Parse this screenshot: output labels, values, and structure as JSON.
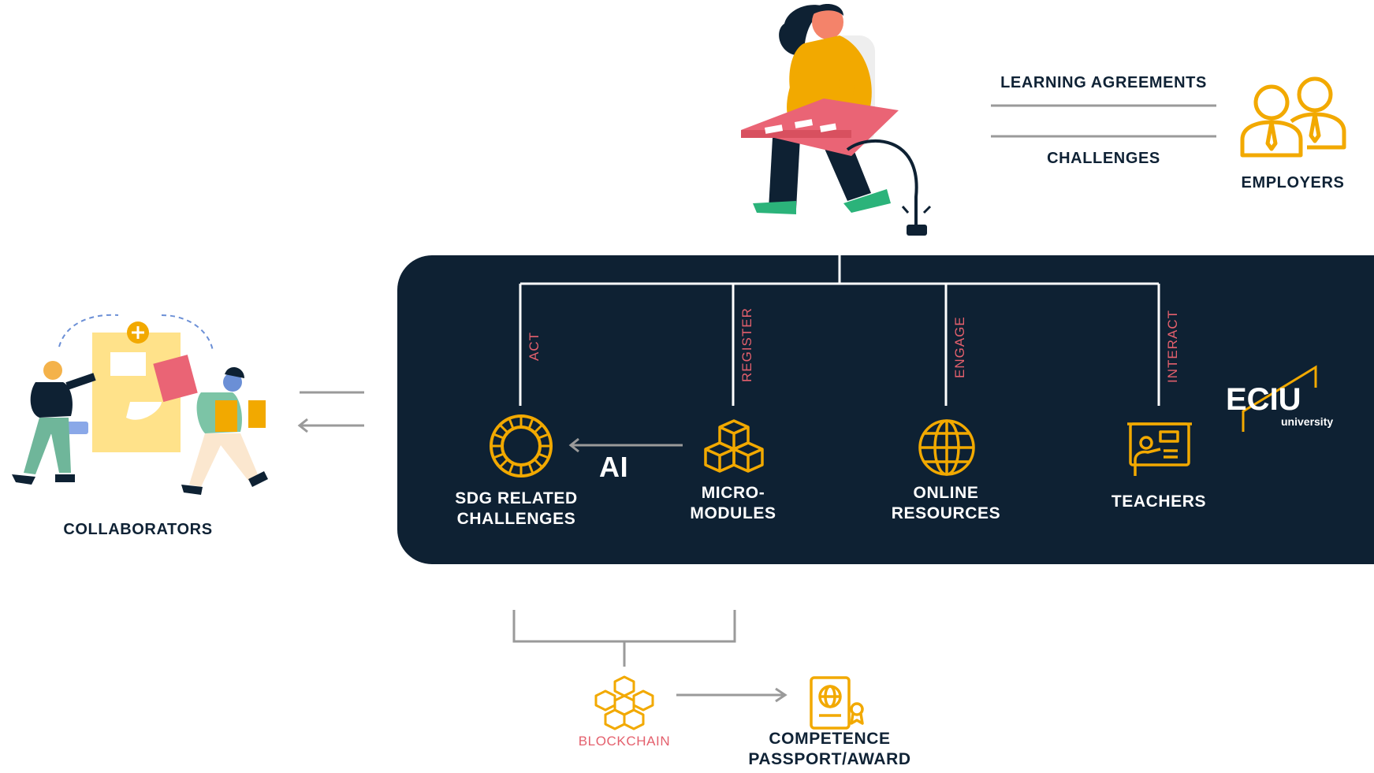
{
  "top": {
    "learning_agreements": "LEARNING AGREEMENTS",
    "challenges": "CHALLENGES",
    "employers": "EMPLOYERS"
  },
  "branches": [
    {
      "verb": "ACT",
      "label_line1": "SDG RELATED",
      "label_line2": "CHALLENGES",
      "icon": "sdg-wheel-icon"
    },
    {
      "verb": "REGISTER",
      "label_line1": "MICRO-",
      "label_line2": "MODULES",
      "icon": "cubes-icon"
    },
    {
      "verb": "ENGAGE",
      "label_line1": "ONLINE",
      "label_line2": "RESOURCES",
      "icon": "globe-icon"
    },
    {
      "verb": "INTERACT",
      "label_line1": "TEACHERS",
      "label_line2": "",
      "icon": "teacher-board-icon"
    }
  ],
  "ai_label": "AI",
  "logo": {
    "word": "ECIU",
    "sub": "university"
  },
  "collaborators": "COLLABORATORS",
  "bottom": {
    "blockchain": "BLOCKCHAIN",
    "passport_line1": "COMPETENCE",
    "passport_line2": "PASSPORT/AWARD"
  },
  "colors": {
    "navy": "#0e2133",
    "gold": "#f2a900",
    "coral": "#e4606d",
    "grey": "#9a9a9a"
  }
}
